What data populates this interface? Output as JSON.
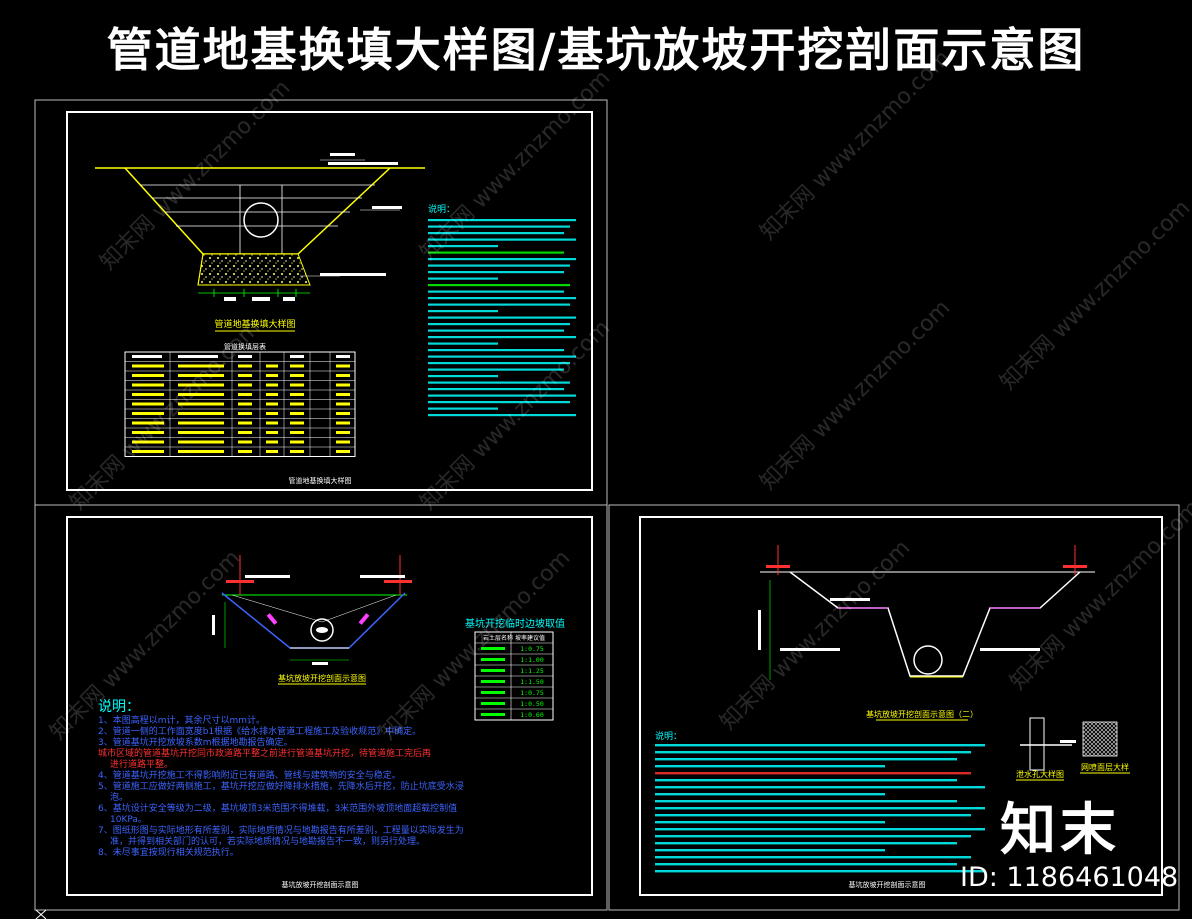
{
  "title": "管道地基换填大样图/基坑放坡开挖剖面示意图",
  "brand": "知末",
  "id_tag": "ID: 1186461048",
  "watermark": "知末网 www.znzmo.com",
  "colors": {
    "background": "#000000",
    "frame": "#ffffff",
    "yellow": "#ffff00",
    "cyan": "#00ffff",
    "green": "#00ff00",
    "red": "#ff3030",
    "blue": "#3c64ff",
    "magenta": "#ff40ff"
  },
  "panel1": {
    "drawing_title": "管道地基换填大样图",
    "table_title": "管道换填层表",
    "frame_caption": "管道地基换填大样图",
    "notes_heading": "说明："
  },
  "panel2": {
    "drawing_title": "基坑放坡开挖剖面示意图",
    "slope_table_title": "基坑开挖临时边坡取值",
    "slope_header": "岩土层名称  坡率建议值",
    "slope_ratios": [
      "1:0.75",
      "1:1.00",
      "1:1.25",
      "1:1.50",
      "1:0.75",
      "1:0.50",
      "1:0.60"
    ],
    "notes_heading": "说明：",
    "notes": [
      "1、本图高程以m计，其余尺寸以mm计。",
      "2、管道一侧的工作面宽度b1根据《给水排水管道工程施工及验收规范》中确定。",
      "3、管道基坑开挖放坡系数m根据地勘报告确定。",
      "    城市区域的管道基坑开挖同市政道路平整之前进行管道基坑开挖，待管道施工完后再进行道路平整。",
      "4、管道基坑开挖施工不得影响附近已有道路、管线与建筑物的安全与稳定。",
      "5、管道施工应做好两侧施工，基坑开挖应做好降排水措施，先降水后开挖，防止坑底受水浸泡。",
      "6、基坑设计安全等级为二级，基坑坡顶3米范围不得堆载，3米范围外坡顶地面超载控制值10KPa。",
      "7、图纸形图与实际地形有所差别，实际地质情况与地勘报告有所差别，工程量以实际发生为准，并得到相关部门的认可，若实际地质情况与地勘报告不一致，则另行处理。",
      "8、未尽事宜按现行相关规范执行。"
    ],
    "frame_caption": "基坑放坡开挖剖面示意图"
  },
  "panel3": {
    "drawing_title": "基坑放坡开挖剖面示意图（二）",
    "detail1_title": "泄水孔大样图",
    "detail2_title": "网喷面层大样",
    "notes_heading": "说明：",
    "frame_caption": "基坑放坡开挖剖面示意图"
  }
}
